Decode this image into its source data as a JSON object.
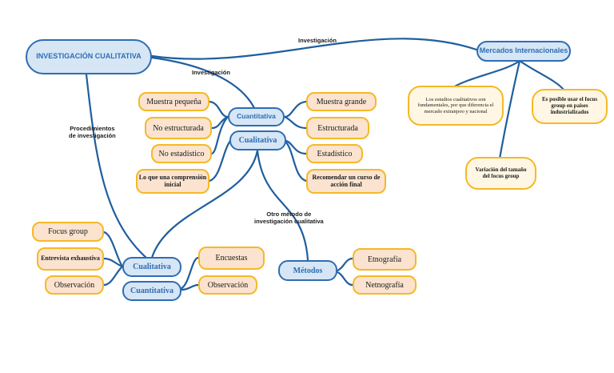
{
  "nodes": {
    "root": "INVESTIGACIÓN CUALITATIVA",
    "mercados": "Mercados Internacionales",
    "mercados_note1": "Los estudios cualitativos son fundamentales, por que diferencia el mercado extranjero y nacional",
    "mercados_note2": "Es posible usar el focus group en paises industrializados",
    "mercados_note3": "Variación del tamaño del focus group",
    "cuantitativa_top": "Cuantitativa",
    "cualitativa_top": "Cualitativa",
    "left_items": [
      "Muestra pequeña",
      "No estructurada",
      "No estadístico",
      "Lo que una comprensión inicial"
    ],
    "right_items": [
      "Muestra grande",
      "Estructurada",
      "Estadístico",
      "Recomendar un curso de acción final"
    ],
    "cualitativa_bottom": "Cualitativa",
    "cuantitativa_bottom": "Cuantitativa",
    "cualit_items": [
      "Focus group",
      "Entrevista exhaustiva",
      "Observación"
    ],
    "cuantit_items": [
      "Encuestas",
      "Observación"
    ],
    "metodos": "Métodos",
    "metodos_items": [
      "Etnografía",
      "Netnografía"
    ]
  },
  "labels": {
    "investigacion_top": "Investigación",
    "investigacion_mid": "Investigación",
    "procedimientos_1": "Procedimientos",
    "procedimientos_2": "de investigación",
    "otro_1": "Otro método de",
    "otro_2": "investigación cualitativa"
  },
  "colors": {
    "line": "#1f5f9e",
    "blue_border": "#2e6db4",
    "blue_fill": "#d6e6f5",
    "peach_fill": "#fbe3cf",
    "cream_fill": "#fff6e3",
    "yellow_border": "#f5b926"
  }
}
